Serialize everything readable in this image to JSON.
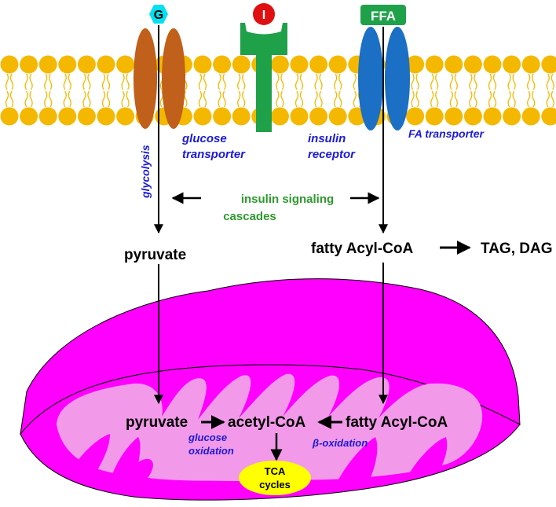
{
  "colors": {
    "lipid_head": "#f5b800",
    "glucose_transporter": "#c0601a",
    "insulin_receptor": "#1fa14a",
    "insulin_ligand": "#e01010",
    "fa_transporter": "#1b6fc4",
    "ffa_box": "#1fa14a",
    "glucose_badge": "#00e0f0",
    "mitochondrion_outer": "#ff00ff",
    "mitochondrion_inner": "#f29ae9",
    "tca": "#ffff00",
    "blue_text": "#1a1ad6",
    "green_text": "#2e9a2e"
  },
  "membrane": {
    "glucose_badge": "G",
    "insulin_badge": "I",
    "ffa_badge": "FFA",
    "glucose_transporter_label": [
      "glucose",
      "transporter"
    ],
    "insulin_receptor_label": [
      "insulin",
      "receptor"
    ],
    "fa_transporter_label": "FA transporter",
    "glycolysis_label": "glycolysis"
  },
  "cytosol": {
    "signaling_label": [
      "insulin signaling",
      "cascades"
    ],
    "pyruvate": "pyruvate",
    "fatty_acyl_coa": "fatty Acyl-CoA",
    "tag_dag": "TAG, DAG"
  },
  "mitochondrion": {
    "pyruvate": "pyruvate",
    "acetyl_coa": "acetyl-CoA",
    "fatty_acyl_coa": "fatty Acyl-CoA",
    "glucose_oxidation": [
      "glucose",
      "oxidation"
    ],
    "beta_oxidation": "β-oxidation",
    "tca": [
      "TCA",
      "cycles"
    ]
  }
}
